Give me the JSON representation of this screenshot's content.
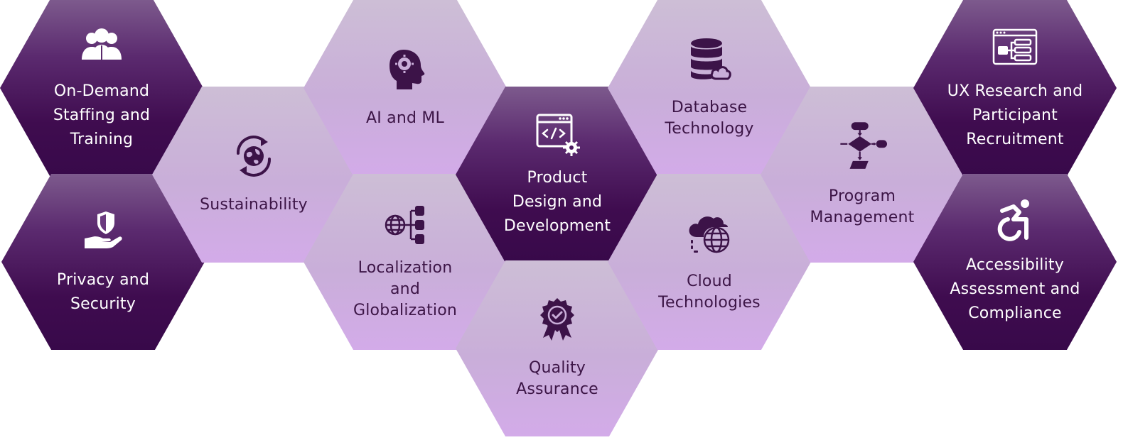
{
  "colors": {
    "dark_hex": "#3f0c4f",
    "dark_hex_top": "#7d5a8d",
    "light_hex": "#d3abe9",
    "light_hex_top": "#cdbed6",
    "dark_text": "#ffffff",
    "light_text": "#3c1546"
  },
  "hexagons": [
    {
      "label": "On-Demand\nStaffing and\nTraining",
      "icon": "people-team-icon",
      "tone": "dark"
    },
    {
      "label": "Privacy and\nSecurity",
      "icon": "hand-shield-icon",
      "tone": "dark"
    },
    {
      "label": "Sustainability",
      "icon": "globe-cycle-icon",
      "tone": "light"
    },
    {
      "label": "AI and ML",
      "icon": "head-gear-icon",
      "tone": "light"
    },
    {
      "label": "Localization\nand\nGlobalization",
      "icon": "globe-network-icon",
      "tone": "light"
    },
    {
      "label": "Product\nDesign and\nDevelopment",
      "icon": "code-window-gear-icon",
      "tone": "dark"
    },
    {
      "label": "Quality\nAssurance",
      "icon": "badge-check-icon",
      "tone": "light"
    },
    {
      "label": "Database\nTechnology",
      "icon": "database-cloud-icon",
      "tone": "light"
    },
    {
      "label": "Cloud\nTechnologies",
      "icon": "cloud-globe-icon",
      "tone": "light"
    },
    {
      "label": "Program\nManagement",
      "icon": "flowchart-icon",
      "tone": "light"
    },
    {
      "label": "UX Research and\nParticipant\nRecruitment",
      "icon": "browser-sitemap-icon",
      "tone": "dark"
    },
    {
      "label": "Accessibility\nAssessment and\nCompliance",
      "icon": "wheelchair-icon",
      "tone": "dark"
    }
  ]
}
